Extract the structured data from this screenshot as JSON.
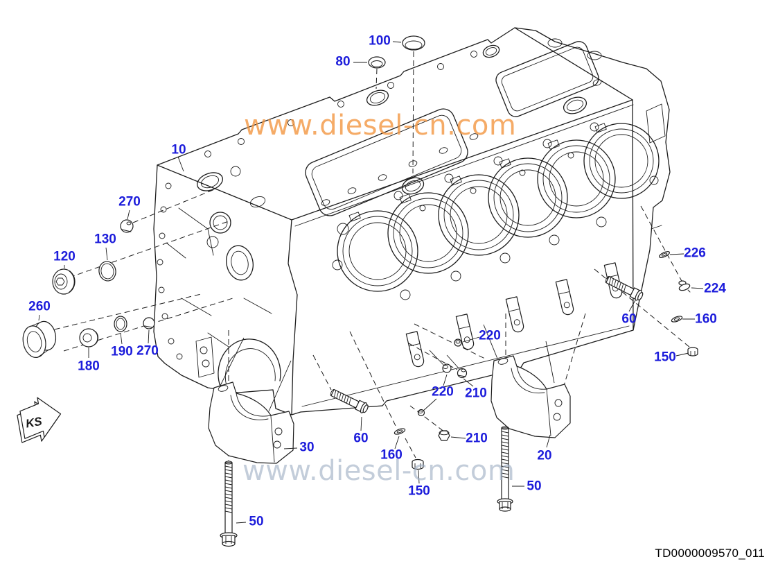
{
  "drawing": {
    "id_label": "TD0000009570_011",
    "view_arrow_label": "KS"
  },
  "watermarks": {
    "top": {
      "text": "www.diesel-cn.com",
      "color": "#f2943c"
    },
    "bottom": {
      "text": "www.diesel-cn.com",
      "color": "#9fb0c5"
    }
  },
  "colors": {
    "callout": "#1c1cdb",
    "line": "#1c1c1c",
    "background": "#ffffff"
  },
  "callouts": [
    {
      "text": "100"
    },
    {
      "text": "80"
    },
    {
      "text": "10"
    },
    {
      "text": "270"
    },
    {
      "text": "130"
    },
    {
      "text": "120"
    },
    {
      "text": "260"
    },
    {
      "text": "180"
    },
    {
      "text": "190"
    },
    {
      "text": "270"
    },
    {
      "text": "30"
    },
    {
      "text": "50"
    },
    {
      "text": "60"
    },
    {
      "text": "160"
    },
    {
      "text": "150"
    },
    {
      "text": "220"
    },
    {
      "text": "220"
    },
    {
      "text": "210"
    },
    {
      "text": "210"
    },
    {
      "text": "20"
    },
    {
      "text": "50"
    },
    {
      "text": "60"
    },
    {
      "text": "226"
    },
    {
      "text": "224"
    },
    {
      "text": "160"
    },
    {
      "text": "150"
    }
  ]
}
